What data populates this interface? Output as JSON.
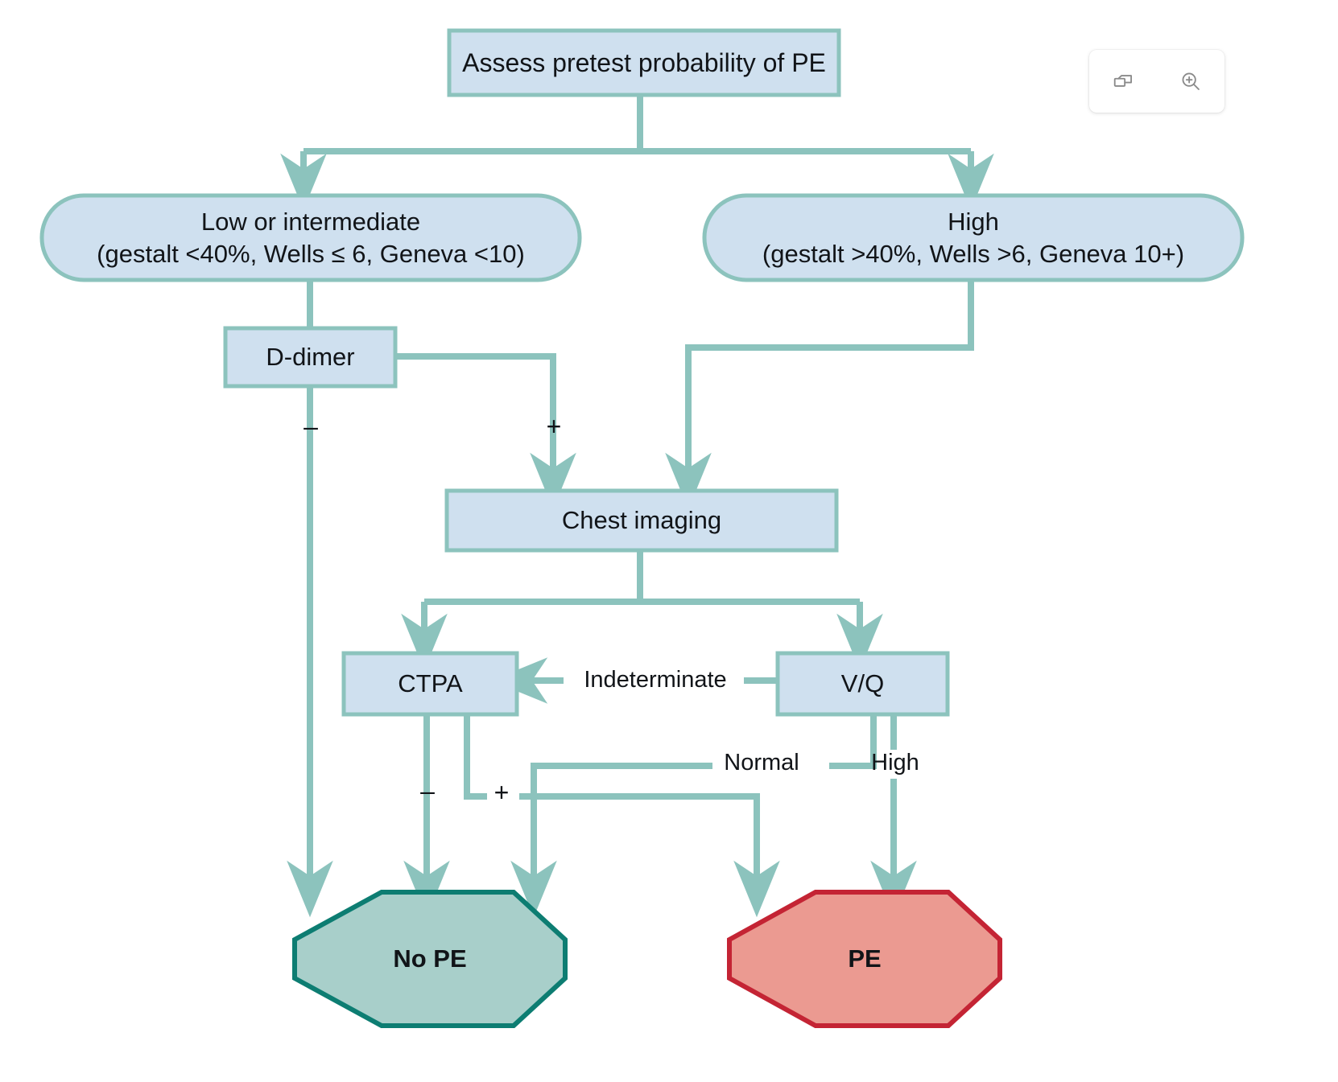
{
  "diagram": {
    "title": "Assess pretest probability of PE",
    "type": "clinical-decision-flowchart",
    "colors": {
      "process_fill": "#cfe0ef",
      "process_border": "#8cc3bd",
      "connector": "#8cc3bd",
      "terminal_no_fill": "#a8cfca",
      "terminal_no_border": "#0d7d72",
      "terminal_yes_fill": "#eb9a91",
      "terminal_yes_border": "#c42434",
      "text": "#111418",
      "background": "#ffffff"
    },
    "nodes": {
      "root": {
        "label": "Assess pretest probability of PE",
        "shape": "rectangle"
      },
      "low_intermediate": {
        "line1": "Low or intermediate",
        "line2": "(gestalt <40%, Wells ≤ 6, Geneva <10)",
        "shape": "stadium"
      },
      "high": {
        "line1": "High",
        "line2": "(gestalt >40%, Wells >6, Geneva 10+)",
        "shape": "stadium"
      },
      "d_dimer": {
        "label": "D-dimer",
        "shape": "rectangle"
      },
      "chest_imaging": {
        "label": "Chest imaging",
        "shape": "rectangle"
      },
      "ctpa": {
        "label": "CTPA",
        "shape": "rectangle"
      },
      "vq": {
        "label": "V/Q",
        "shape": "rectangle"
      },
      "no_pe": {
        "label": "No PE",
        "shape": "octagon"
      },
      "pe": {
        "label": "PE",
        "shape": "octagon"
      }
    },
    "edge_labels": {
      "d_dimer_negative": "–",
      "d_dimer_positive": "+",
      "indeterminate": "Indeterminate",
      "ctpa_negative": "–",
      "ctpa_positive": "+",
      "vq_normal": "Normal",
      "vq_high": "High"
    }
  },
  "toolbar": {
    "buttons": [
      {
        "name": "copy-icon",
        "tooltip": "Copy"
      },
      {
        "name": "zoom-in-icon",
        "tooltip": "Zoom in"
      }
    ]
  }
}
